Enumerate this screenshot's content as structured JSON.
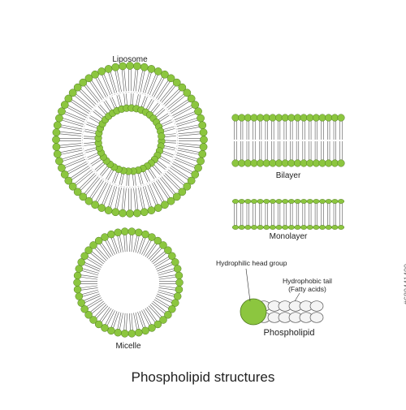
{
  "labels": {
    "liposome": "Liposome",
    "bilayer": "Bilayer",
    "monolayer": "Monolayer",
    "micelle": "Micelle",
    "hydrophilic_head": "Hydrophilic head group",
    "hydrophobic_tail_line1": "Hydrophobic tail",
    "hydrophobic_tail_line2": "(Fatty acids)",
    "phospholipid": "Phospholipid",
    "title": "Phospholipid structures",
    "image_id": "#680441409"
  },
  "colors": {
    "head": "#8cc63f",
    "head_stroke": "#4f7a1f",
    "tail_fill": "#f4f4f4",
    "tail_stroke": "#555555",
    "line": "#333333"
  }
}
